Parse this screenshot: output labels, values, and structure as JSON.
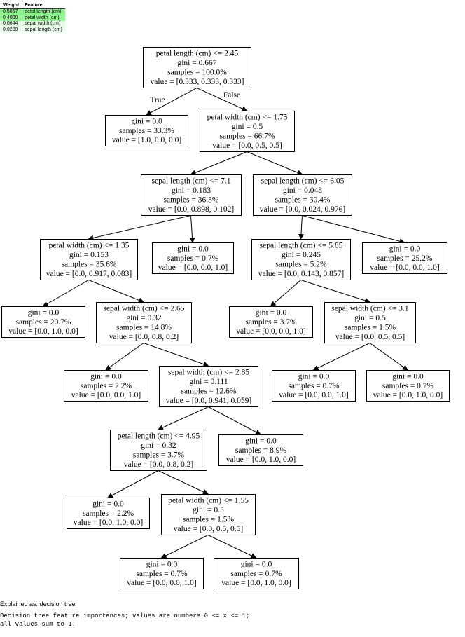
{
  "weights_table": {
    "headers": [
      "Weight",
      "Feature"
    ],
    "rows": [
      {
        "weight": "0.5067",
        "feature": "petal length (cm)",
        "color": "#8df28d"
      },
      {
        "weight": "0.4000",
        "feature": "petal width (cm)",
        "color": "#96f396"
      },
      {
        "weight": "0.0644",
        "feature": "sepal width (cm)",
        "color": "#e3fbe3"
      },
      {
        "weight": "0.0289",
        "feature": "sepal length (cm)",
        "color": "#effdef"
      }
    ]
  },
  "tree": {
    "nodes": [
      {
        "id": "n0",
        "lines": [
          "petal length (cm) <= 2.45",
          "gini = 0.667",
          "samples = 100.0%",
          "value = [0.333, 0.333, 0.333]"
        ]
      },
      {
        "id": "n1",
        "lines": [
          "gini = 0.0",
          "samples = 33.3%",
          "value = [1.0, 0.0, 0.0]"
        ]
      },
      {
        "id": "n2",
        "lines": [
          "petal width (cm) <= 1.75",
          "gini = 0.5",
          "samples = 66.7%",
          "value = [0.0, 0.5, 0.5]"
        ]
      },
      {
        "id": "n3",
        "lines": [
          "sepal length (cm) <= 7.1",
          "gini = 0.183",
          "samples = 36.3%",
          "value = [0.0, 0.898, 0.102]"
        ]
      },
      {
        "id": "n4",
        "lines": [
          "sepal length (cm) <= 6.05",
          "gini = 0.048",
          "samples = 30.4%",
          "value = [0.0, 0.024, 0.976]"
        ]
      },
      {
        "id": "n5",
        "lines": [
          "petal width (cm) <= 1.35",
          "gini = 0.153",
          "samples = 35.6%",
          "value = [0.0, 0.917, 0.083]"
        ]
      },
      {
        "id": "n6",
        "lines": [
          "gini = 0.0",
          "samples = 0.7%",
          "value = [0.0, 0.0, 1.0]"
        ]
      },
      {
        "id": "n7",
        "lines": [
          "sepal length (cm) <= 5.85",
          "gini = 0.245",
          "samples = 5.2%",
          "value = [0.0, 0.143, 0.857]"
        ]
      },
      {
        "id": "n8",
        "lines": [
          "gini = 0.0",
          "samples = 25.2%",
          "value = [0.0, 0.0, 1.0]"
        ]
      },
      {
        "id": "n9",
        "lines": [
          "gini = 0.0",
          "samples = 20.7%",
          "value = [0.0, 1.0, 0.0]"
        ]
      },
      {
        "id": "n10",
        "lines": [
          "sepal width (cm) <= 2.65",
          "gini = 0.32",
          "samples = 14.8%",
          "value = [0.0, 0.8, 0.2]"
        ]
      },
      {
        "id": "n11",
        "lines": [
          "gini = 0.0",
          "samples = 3.7%",
          "value = [0.0, 0.0, 1.0]"
        ]
      },
      {
        "id": "n12",
        "lines": [
          "sepal width (cm) <= 3.1",
          "gini = 0.5",
          "samples = 1.5%",
          "value = [0.0, 0.5, 0.5]"
        ]
      },
      {
        "id": "n13",
        "lines": [
          "gini = 0.0",
          "samples = 2.2%",
          "value = [0.0, 0.0, 1.0]"
        ]
      },
      {
        "id": "n14",
        "lines": [
          "sepal width (cm) <= 2.85",
          "gini = 0.111",
          "samples = 12.6%",
          "value = [0.0, 0.941, 0.059]"
        ]
      },
      {
        "id": "n15",
        "lines": [
          "gini = 0.0",
          "samples = 0.7%",
          "value = [0.0, 0.0, 1.0]"
        ]
      },
      {
        "id": "n16",
        "lines": [
          "gini = 0.0",
          "samples = 0.7%",
          "value = [0.0, 1.0, 0.0]"
        ]
      },
      {
        "id": "n17",
        "lines": [
          "petal length (cm) <= 4.95",
          "gini = 0.32",
          "samples = 3.7%",
          "value = [0.0, 0.8, 0.2]"
        ]
      },
      {
        "id": "n18",
        "lines": [
          "gini = 0.0",
          "samples = 8.9%",
          "value = [0.0, 1.0, 0.0]"
        ]
      },
      {
        "id": "n19",
        "lines": [
          "gini = 0.0",
          "samples = 2.2%",
          "value = [0.0, 1.0, 0.0]"
        ]
      },
      {
        "id": "n20",
        "lines": [
          "petal width (cm) <= 1.55",
          "gini = 0.5",
          "samples = 1.5%",
          "value = [0.0, 0.5, 0.5]"
        ]
      },
      {
        "id": "n21",
        "lines": [
          "gini = 0.0",
          "samples = 0.7%",
          "value = [0.0, 0.0, 1.0]"
        ]
      },
      {
        "id": "n22",
        "lines": [
          "gini = 0.0",
          "samples = 0.7%",
          "value = [0.0, 1.0, 0.0]"
        ]
      }
    ],
    "edges": [
      {
        "from": "n0",
        "to": "n1",
        "label": "True"
      },
      {
        "from": "n0",
        "to": "n2",
        "label": "False"
      },
      {
        "from": "n2",
        "to": "n3"
      },
      {
        "from": "n2",
        "to": "n4"
      },
      {
        "from": "n3",
        "to": "n5"
      },
      {
        "from": "n3",
        "to": "n6"
      },
      {
        "from": "n4",
        "to": "n7"
      },
      {
        "from": "n4",
        "to": "n8"
      },
      {
        "from": "n5",
        "to": "n9"
      },
      {
        "from": "n5",
        "to": "n10"
      },
      {
        "from": "n7",
        "to": "n11"
      },
      {
        "from": "n7",
        "to": "n12"
      },
      {
        "from": "n10",
        "to": "n13"
      },
      {
        "from": "n10",
        "to": "n14"
      },
      {
        "from": "n12",
        "to": "n15"
      },
      {
        "from": "n12",
        "to": "n16"
      },
      {
        "from": "n14",
        "to": "n17"
      },
      {
        "from": "n14",
        "to": "n18"
      },
      {
        "from": "n17",
        "to": "n19"
      },
      {
        "from": "n17",
        "to": "n20"
      },
      {
        "from": "n20",
        "to": "n21"
      },
      {
        "from": "n20",
        "to": "n22"
      }
    ]
  },
  "explained_as": "Explained as: decision tree",
  "description": "Decision tree feature importances; values are numbers 0 <= x <= 1;\nall values sum to 1."
}
